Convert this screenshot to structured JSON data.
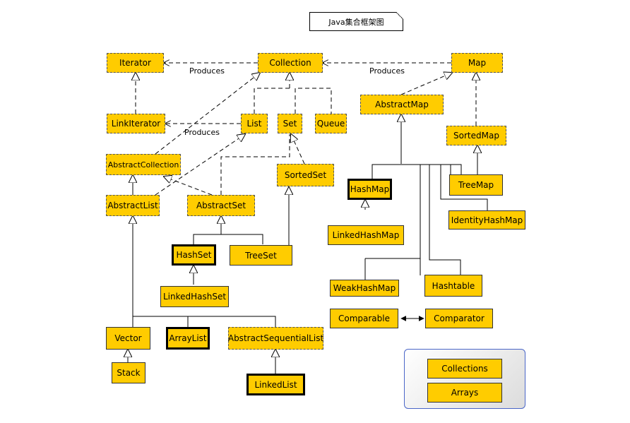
{
  "title": "Java集合框架图",
  "nodes": {
    "iterator": "Iterator",
    "collection": "Collection",
    "map": "Map",
    "abstract_map": "AbstractMap",
    "link_iterator": "LinkIterator",
    "list": "List",
    "set": "Set",
    "queue": "Queue",
    "sorted_map": "SortedMap",
    "abstract_collection": "AbstractCollection",
    "sorted_set": "SortedSet",
    "hash_map": "HashMap",
    "tree_map": "TreeMap",
    "abstract_list": "AbstractList",
    "abstract_set": "AbstractSet",
    "identity_hash_map": "IdentityHashMap",
    "linked_hash_map": "LinkedHashMap",
    "hash_set": "HashSet",
    "tree_set": "TreeSet",
    "weak_hash_map": "WeakHashMap",
    "hashtable": "Hashtable",
    "linked_hash_set": "LinkedHashSet",
    "comparable": "Comparable",
    "comparator": "Comparator",
    "vector": "Vector",
    "array_list": "ArrayList",
    "abstract_sequential_list": "AbstractSequentialList",
    "stack": "Stack",
    "linked_list": "LinkedList",
    "collections": "Collections",
    "arrays": "Arrays"
  },
  "edge_labels": {
    "produces_iterator": "Produces",
    "produces_map": "Produces",
    "produces_list": "Produces"
  }
}
